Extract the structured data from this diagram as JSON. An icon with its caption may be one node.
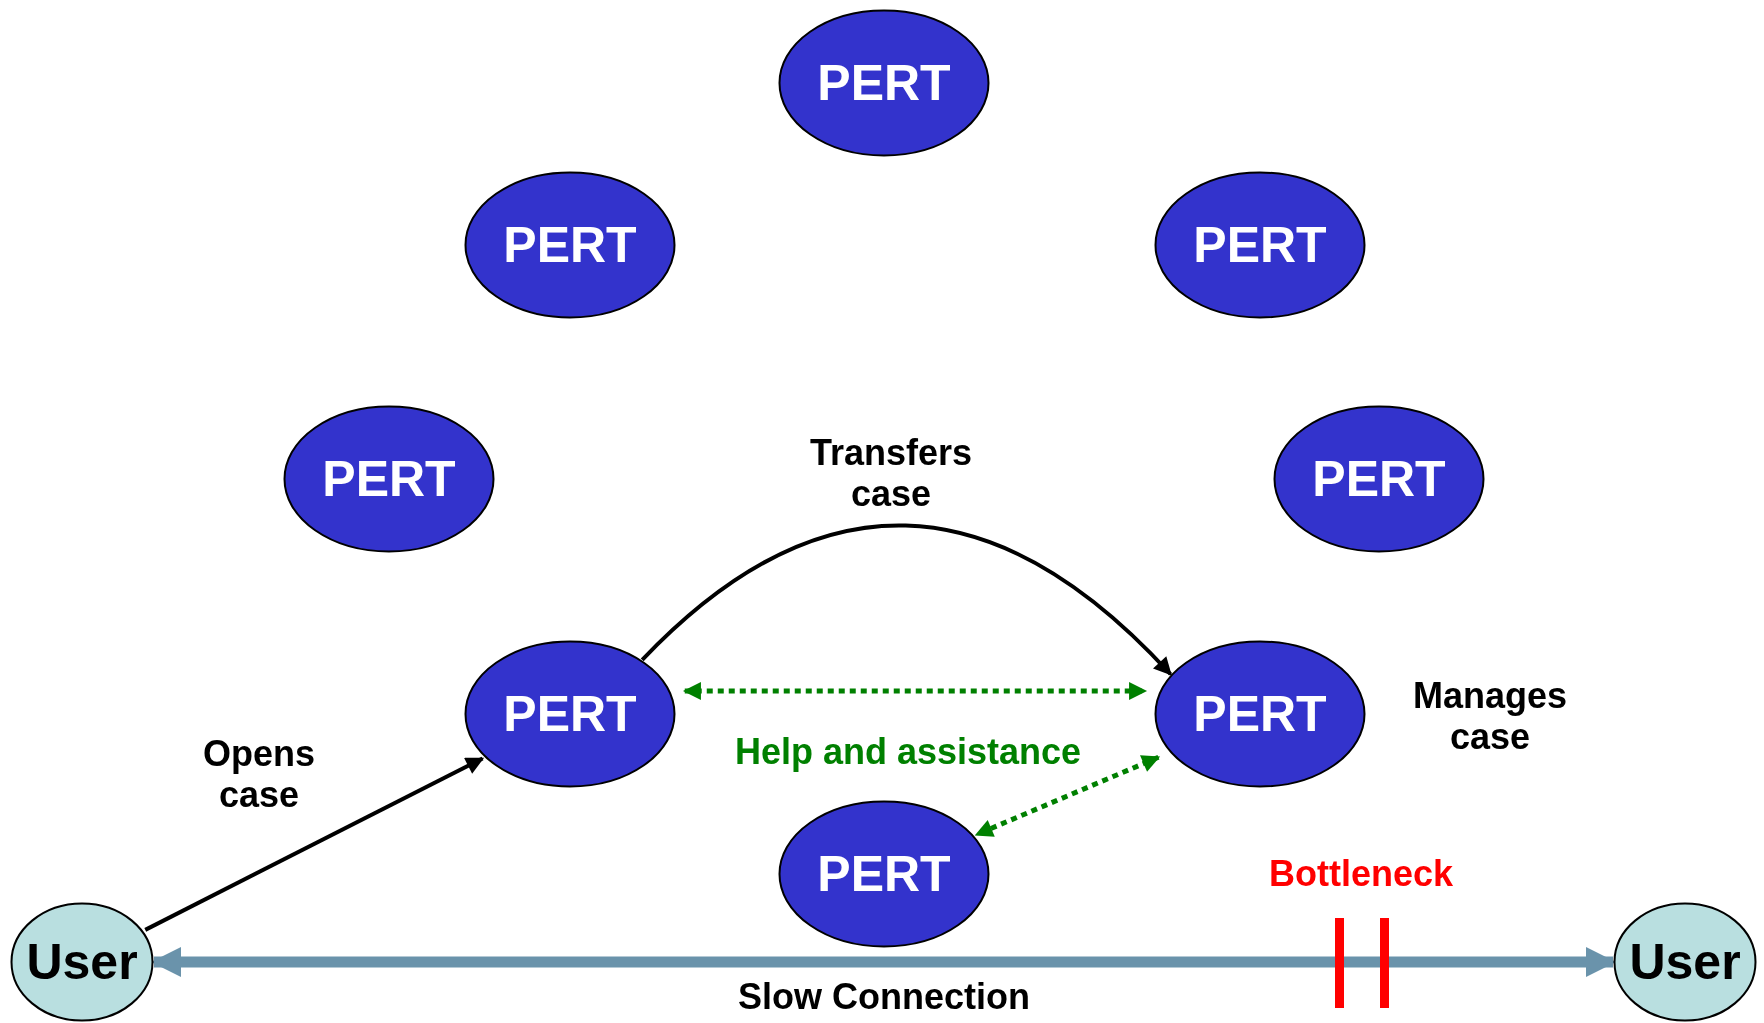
{
  "diagram": {
    "nodes": [
      {
        "text": [
          "PERT"
        ]
      },
      {
        "text": [
          "PERT"
        ]
      },
      {
        "text": [
          "PERT"
        ]
      },
      {
        "text": [
          "PERT"
        ]
      },
      {
        "text": [
          "PERT"
        ]
      },
      {
        "text": [
          "PERT"
        ]
      },
      {
        "text": [
          "PERT"
        ],
        "beside": [
          "Manages case"
        ]
      },
      {
        "text": [
          "PERT"
        ]
      },
      {
        "text": [
          "User"
        ]
      },
      {
        "text": [
          "User"
        ]
      }
    ],
    "edges": [
      {
        "from": 8,
        "to": 5,
        "arrow": "to",
        "label": "Opens case"
      },
      {
        "from": 5,
        "to": 6,
        "arrow": "to",
        "label": "Transfers case"
      },
      {
        "from": 5,
        "to": 6,
        "arrow": "both",
        "label": "Help and assistance",
        "style": "dashed",
        "color": "#008000"
      },
      {
        "from": 6,
        "to": 7,
        "arrow": "both",
        "style": "dashed",
        "color": "#008000"
      },
      {
        "from": 8,
        "to": 9,
        "arrow": "both",
        "label": "Slow Connection",
        "style": "thick",
        "color": "#6a93ab"
      }
    ],
    "labels": [
      "Bottleneck"
    ]
  }
}
